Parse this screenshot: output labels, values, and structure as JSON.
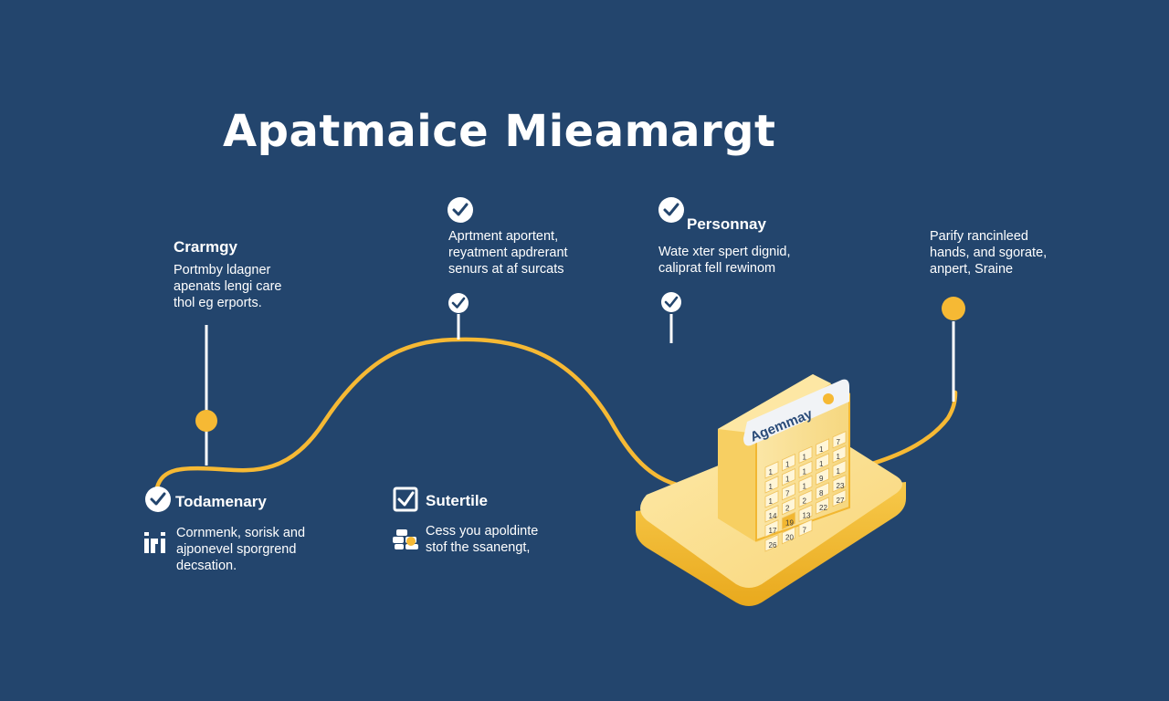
{
  "title": "Apatmaice Mieamargt",
  "colors": {
    "background": "#23456d",
    "accent": "#f6b934",
    "text": "#ffffff",
    "platform": "#fbe29a"
  },
  "stages": {
    "s1": {
      "heading": "Crarmgy",
      "lines": [
        "Portmby ldagner",
        "apenats lengi care",
        "thol eg erports."
      ]
    },
    "s2": {
      "heading": "",
      "lines": [
        "Aprtment aportent,",
        "reyatment apdrerant",
        "senurs at af surcats"
      ]
    },
    "s3": {
      "heading": "Personnay",
      "lines": [
        "Wate xter spert dignid,",
        "caliprat fell rewinom"
      ]
    },
    "s4": {
      "heading": "",
      "lines": [
        "Parify rancinleed",
        "hands, and sgorate,",
        "anpert, Sraine"
      ]
    },
    "s5": {
      "heading": "Todamenary",
      "lines": [
        "Cornmenk, sorisk and",
        "ajponevel sporgrend",
        "decsation."
      ]
    },
    "s6": {
      "heading": "Sutertile",
      "lines": [
        "Cess you apoldinte",
        "stof the ssanengt,"
      ]
    }
  },
  "calendar": {
    "label": "Agemmay",
    "cells": [
      "1",
      "1",
      "1",
      "1",
      "7",
      "1",
      "1",
      "1",
      "1",
      "1",
      "1",
      "7",
      "1",
      "9",
      "1",
      "14",
      "2",
      "2",
      "8",
      "23",
      "17",
      "19",
      "13",
      "22",
      "27",
      "26",
      "20",
      "7"
    ]
  },
  "icons": {
    "s1": "none",
    "s2": "check-circle-icon",
    "s3": "check-circle-icon",
    "s5": "check-circle-icon",
    "s5b": "building-icon",
    "s6": "checkbox-icon",
    "s6b": "coins-icon"
  }
}
